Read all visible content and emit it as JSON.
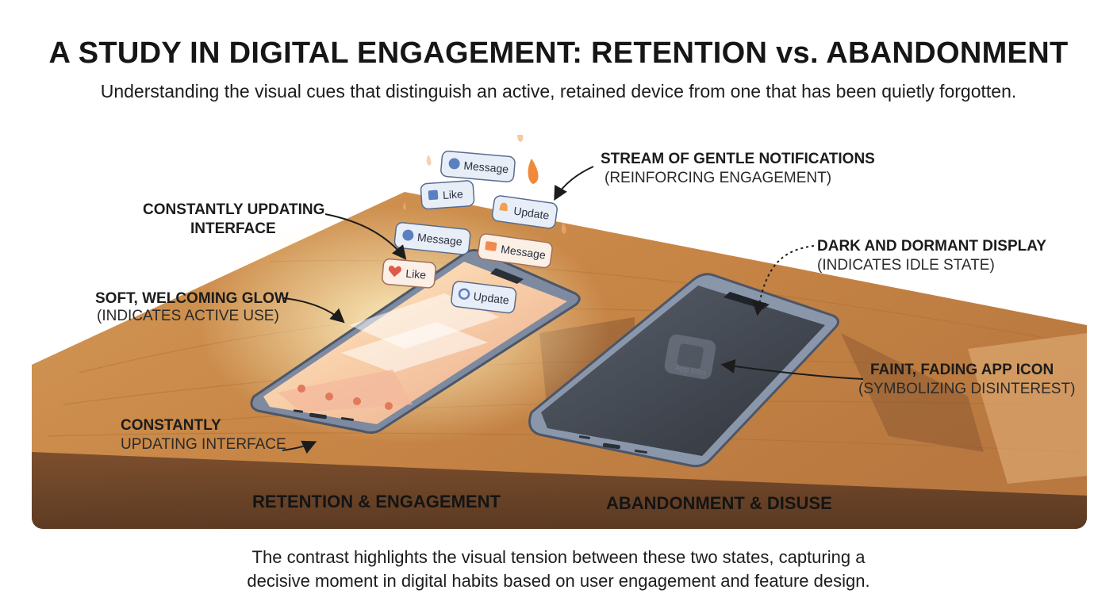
{
  "header": {
    "title": "A STUDY IN DIGITAL ENGAGEMENT: RETENTION vs. ABANDONMENT",
    "subtitle": "Understanding the visual cues that distinguish an active, retained device from one that has been quietly forgotten."
  },
  "annotations": {
    "stream": {
      "line1": "STREAM OF GENTLE NOTIFICATIONS",
      "line2": "(REINFORCING ENGAGEMENT)"
    },
    "constantly_top": {
      "line1": "CONSTANTLY UPDATING",
      "line2": "INTERFACE"
    },
    "glow": {
      "line1": "SOFT, WELCOMING GLOW",
      "line2": "(INDICATES ACTIVE USE)"
    },
    "constantly_bottom": {
      "line1": "CONSTANTLY",
      "line2": "UPDATING INTERFACE"
    },
    "dark": {
      "line1": "DARK AND DORMANT DISPLAY",
      "line2": "(INDICATES IDLE STATE)"
    },
    "faint": {
      "line1": "FAINT, FADING APP ICON",
      "line2": "(SYMBOLIZING DISINTEREST)"
    }
  },
  "notifications": [
    {
      "label": "Message",
      "icon": "chat-icon",
      "color": "#5b80c0"
    },
    {
      "label": "Like",
      "icon": "thumbs-up-icon",
      "color": "#5b80c0"
    },
    {
      "label": "Update",
      "icon": "bell-icon",
      "color": "#f0a050"
    },
    {
      "label": "Message",
      "icon": "chat-icon",
      "color": "#5b80c0"
    },
    {
      "label": "Message",
      "icon": "chat-icon",
      "color": "#f08a50"
    },
    {
      "label": "Like",
      "icon": "heart-icon",
      "color": "#e05a4a"
    },
    {
      "label": "Update",
      "icon": "refresh-icon",
      "color": "#5b80c0"
    }
  ],
  "app_icon_label": "App Icon",
  "captions": {
    "left": "RETENTION & ENGAGEMENT",
    "right": "ABANDONMENT & DISUSE"
  },
  "footer": {
    "line1": "The contrast highlights the visual tension between these two states, capturing a",
    "line2": "decisive moment in digital habits based on user engagement and feature design."
  },
  "colors": {
    "wood": "#c98a4b",
    "screen_active": "#f6c9a6",
    "screen_dormant": "#3f4550",
    "frame": "#7d8aa0"
  }
}
